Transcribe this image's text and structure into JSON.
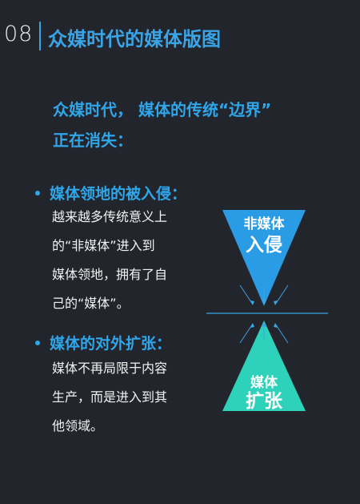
{
  "header": {
    "section_number": "08",
    "section_title": "众媒时代的媒体版图"
  },
  "heading": {
    "line1": "众媒时代， 媒体的传统“边界”",
    "line2": "正在消失："
  },
  "points": [
    {
      "title": "媒体领地的被入侵：",
      "lines": [
        "越来越多传统意义上",
        "的“非媒体”进入到",
        "媒体领地，拥有了自",
        "己的“媒体”。"
      ]
    },
    {
      "title": "媒体的对外扩张：",
      "lines": [
        "媒体不再局限于内容",
        "生产，而是进入到其",
        "他领域。"
      ]
    }
  ],
  "diagram": {
    "top_line1": "非媒体",
    "top_line2": "入侵",
    "bottom_line1": "媒体",
    "bottom_line2": "扩张",
    "top_color": "#2a9be5",
    "bottom_color": "#2ed1b9"
  }
}
